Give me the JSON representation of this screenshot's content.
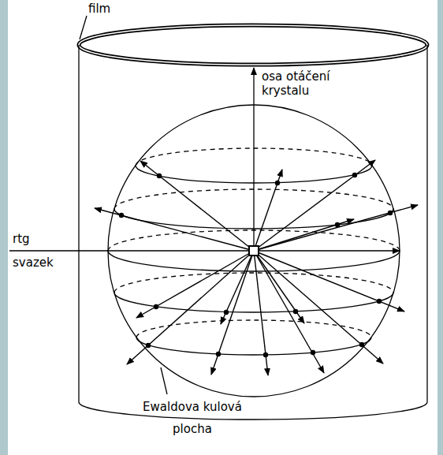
{
  "diagram": {
    "labels": [
      "film",
      "osa otáčení krystalu",
      "rtg svazek",
      "Ewaldova kulová plocha"
    ]
  }
}
